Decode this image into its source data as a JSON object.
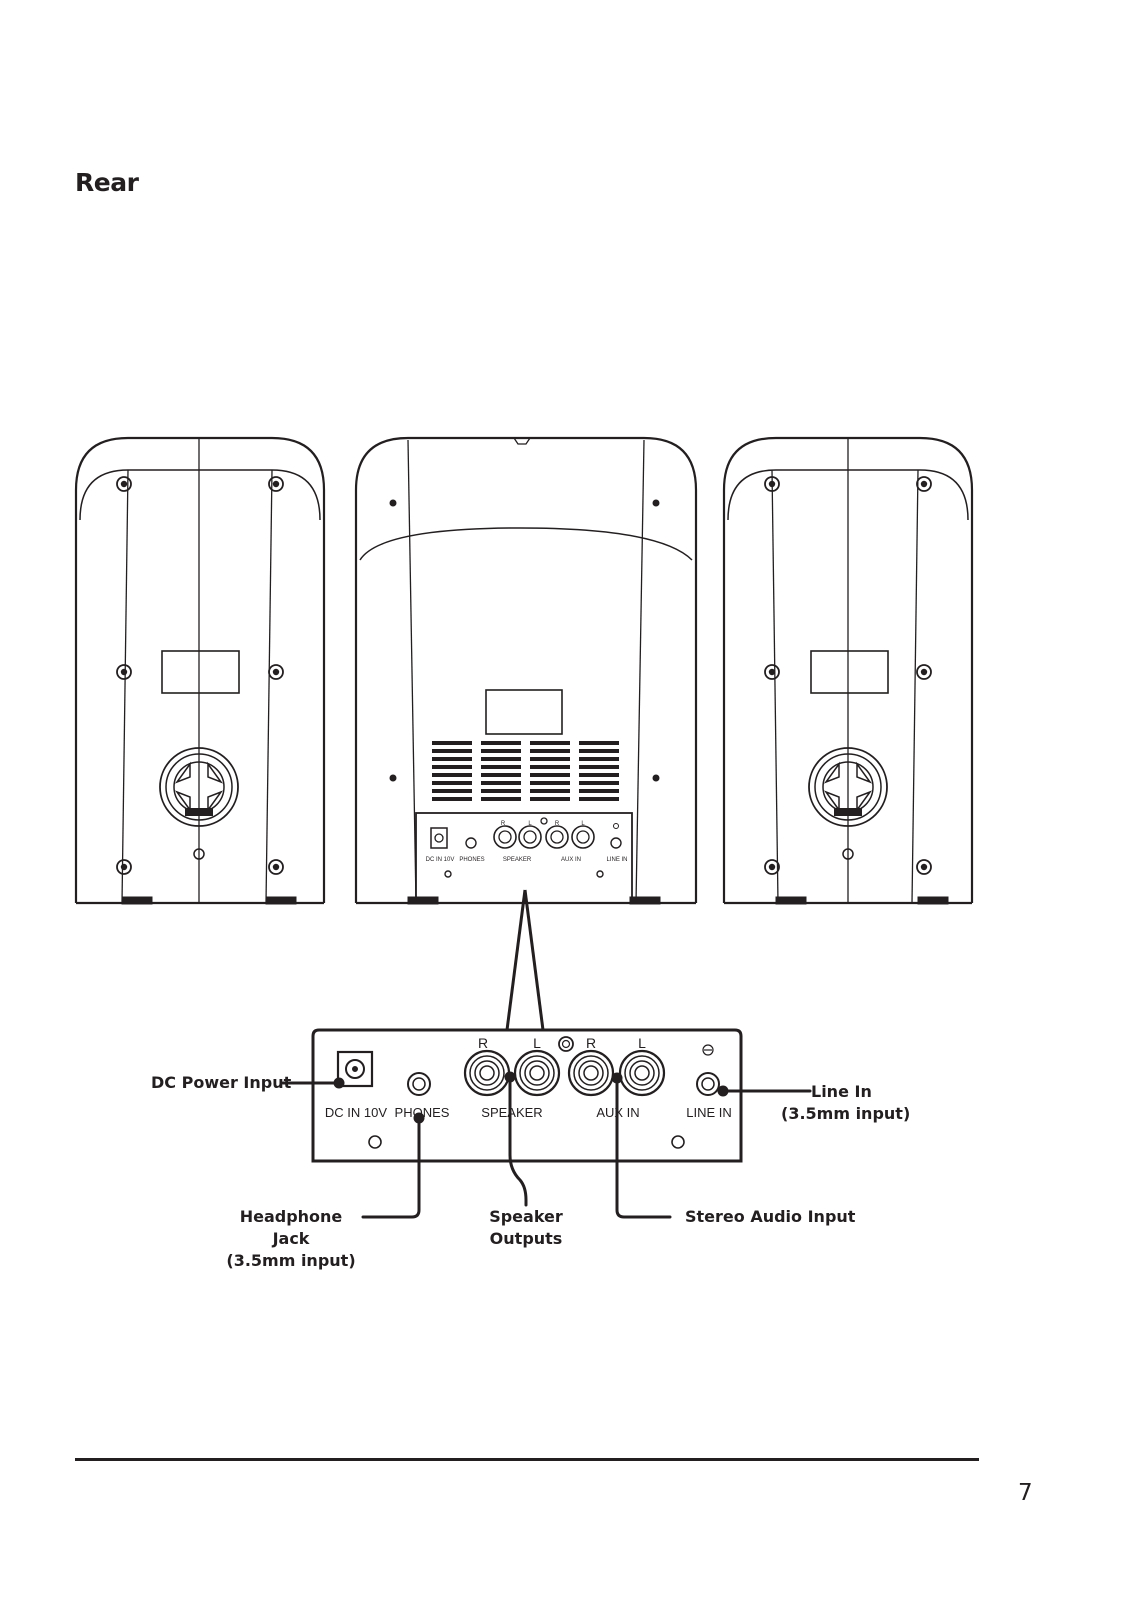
{
  "section": {
    "heading": "Rear"
  },
  "panel_small": {
    "jack_letters": [
      "R",
      "L",
      "R",
      "L"
    ],
    "labels": {
      "dc_in": "DC IN 10V",
      "phones": "PHONES",
      "speaker": "SPEAKER",
      "aux_in": "AUX IN",
      "line_in": "LINE IN"
    }
  },
  "panel": {
    "jack_letters": [
      "R",
      "L",
      "R",
      "L"
    ],
    "labels": {
      "dc_in": "DC IN 10V",
      "phones": "PHONES",
      "speaker": "SPEAKER",
      "aux_in": "AUX IN",
      "line_in": "LINE IN"
    }
  },
  "callouts": {
    "dc_power": "DC Power Input",
    "line_in_1": "Line In",
    "line_in_2": "(3.5mm input)",
    "headphone_1": "Headphone",
    "headphone_2": "Jack",
    "headphone_3": "(3.5mm input)",
    "speaker_1": "Speaker",
    "speaker_2": "Outputs",
    "stereo": "Stereo Audio Input"
  },
  "footer": {
    "page_number": "7"
  }
}
